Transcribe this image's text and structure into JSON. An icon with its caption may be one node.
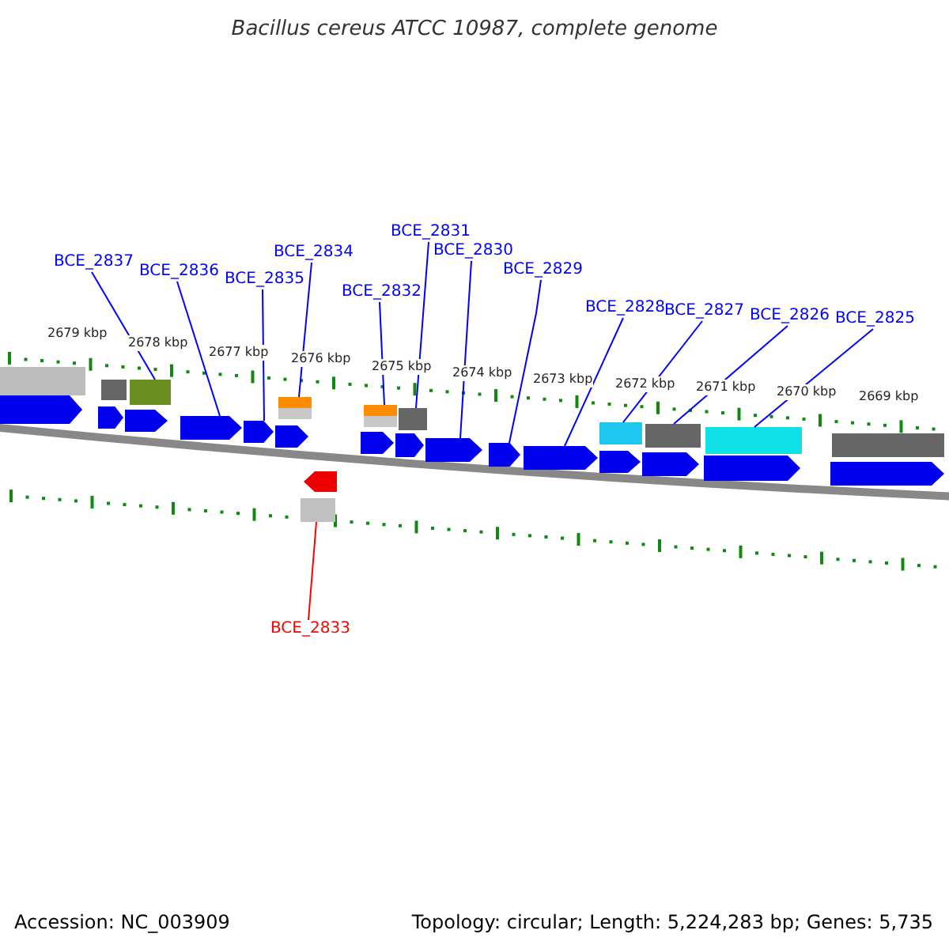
{
  "diagram": {
    "title": "Bacillus cereus ATCC 10987, complete genome",
    "nodes": [
      {
        "text": [
          "BCE_2837"
        ]
      },
      {
        "text": [
          "BCE_2836"
        ]
      },
      {
        "text": [
          "BCE_2835"
        ]
      },
      {
        "text": [
          "BCE_2834"
        ]
      },
      {
        "text": [
          "BCE_2832"
        ]
      },
      {
        "text": [
          "BCE_2831"
        ]
      },
      {
        "text": [
          "BCE_2830"
        ]
      },
      {
        "text": [
          "BCE_2829"
        ]
      },
      {
        "text": [
          "BCE_2828"
        ]
      },
      {
        "text": [
          "BCE_2827"
        ]
      },
      {
        "text": [
          "BCE_2826"
        ]
      },
      {
        "text": [
          "BCE_2825"
        ]
      },
      {
        "text": [
          "BCE_2833"
        ]
      },
      {
        "text": [],
        "shape": "box"
      },
      {
        "text": [],
        "shape": "pentagon"
      },
      {
        "text": [],
        "shape": "box"
      },
      {
        "text": [],
        "shape": "pentagon"
      },
      {
        "text": [],
        "shape": "box"
      },
      {
        "text": [],
        "shape": "pentagon"
      },
      {
        "text": [],
        "shape": "pentagon"
      },
      {
        "text": [],
        "shape": "pentagon"
      },
      {
        "text": [],
        "shape": "box"
      },
      {
        "text": [],
        "shape": "box"
      },
      {
        "text": [],
        "shape": "pentagon"
      },
      {
        "text": [],
        "shape": "pentagon"
      },
      {
        "text": [],
        "shape": "box"
      },
      {
        "text": [],
        "shape": "box"
      },
      {
        "text": [],
        "shape": "box"
      },
      {
        "text": [],
        "shape": "pentagon"
      },
      {
        "text": [],
        "shape": "box"
      },
      {
        "text": [],
        "shape": "pentagon"
      },
      {
        "text": [],
        "shape": "pentagon"
      },
      {
        "text": [],
        "shape": "pentagon"
      },
      {
        "text": [],
        "shape": "pentagon"
      },
      {
        "text": [],
        "shape": "box"
      },
      {
        "text": [],
        "shape": "pentagon"
      },
      {
        "text": [],
        "shape": "box"
      },
      {
        "text": [],
        "shape": "pentagon"
      },
      {
        "text": [],
        "shape": "box"
      },
      {
        "text": [],
        "shape": "pentagon"
      },
      {
        "text": [],
        "shape": "box"
      },
      {
        "text": [],
        "shape": "pentagon"
      }
    ],
    "edges": [
      {
        "from": 0,
        "to": 17,
        "arrow": "none"
      },
      {
        "from": 1,
        "to": 19,
        "arrow": "none"
      },
      {
        "from": 2,
        "to": 20,
        "arrow": "none"
      },
      {
        "from": 3,
        "to": 21,
        "arrow": "none"
      },
      {
        "from": 4,
        "to": 26,
        "arrow": "none"
      },
      {
        "from": 5,
        "to": 29,
        "arrow": "none"
      },
      {
        "from": 6,
        "to": 31,
        "arrow": "none"
      },
      {
        "from": 7,
        "to": 32,
        "arrow": "none"
      },
      {
        "from": 8,
        "to": 33,
        "arrow": "none"
      },
      {
        "from": 9,
        "to": 34,
        "arrow": "none"
      },
      {
        "from": 10,
        "to": 36,
        "arrow": "none"
      },
      {
        "from": 11,
        "to": 38,
        "arrow": "none"
      },
      {
        "from": 12,
        "to": 25,
        "arrow": "none",
        "color": "#ff0000"
      }
    ],
    "labels": [
      "2679 kbp",
      "2678 kbp",
      "2677 kbp",
      "2676 kbp",
      "2675 kbp",
      "2674 kbp",
      "2673 kbp",
      "2672 kbp",
      "2671 kbp",
      "2670 kbp",
      "2669 kbp",
      "Accession: NC_003909",
      "Topology: circular; Length: 5,224,283 bp; Genes: 5,735"
    ]
  }
}
